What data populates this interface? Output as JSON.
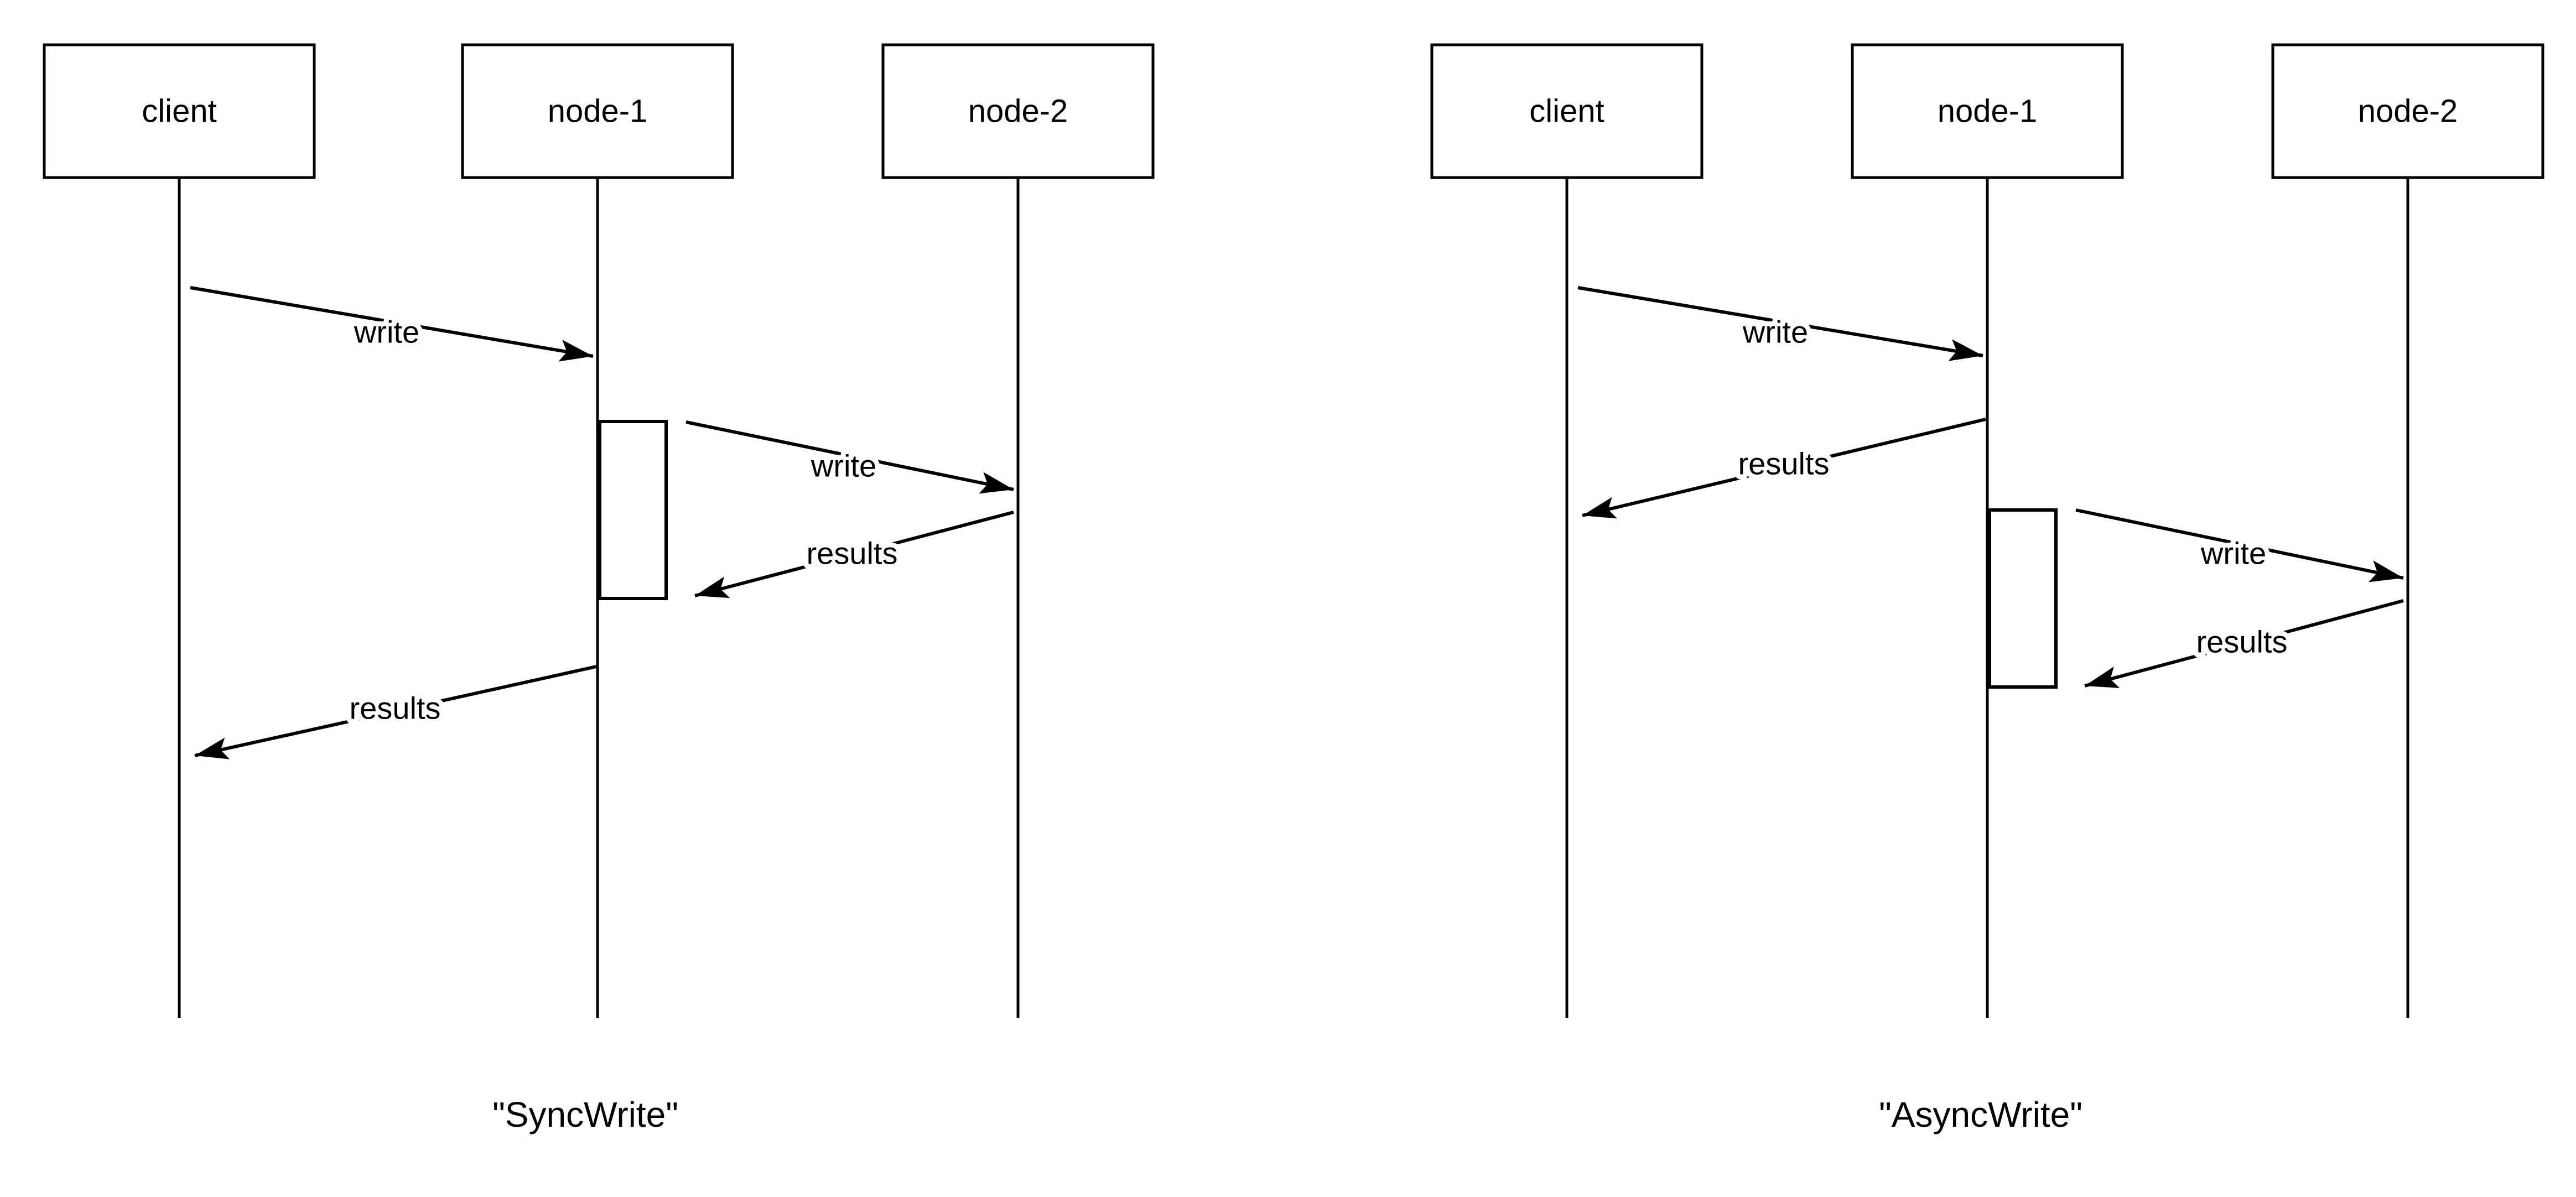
{
  "page": {
    "background_color": "#ffffff",
    "line_color": "#000000",
    "kind": "sequence-diagram-pair"
  },
  "diagrams": [
    {
      "id": "sync-write",
      "caption": "\"SyncWrite\"",
      "actors": [
        {
          "label": "client"
        },
        {
          "label": "node-1"
        },
        {
          "label": "node-2"
        }
      ],
      "messages": [
        {
          "label": "write",
          "from": "client",
          "to": "node-1"
        },
        {
          "label": "write",
          "from": "node-1",
          "to": "node-2"
        },
        {
          "label": "results",
          "from": "node-2",
          "to": "node-1"
        },
        {
          "label": "results",
          "from": "node-1",
          "to": "client"
        }
      ],
      "activation": {
        "on": "node-1"
      }
    },
    {
      "id": "async-write",
      "caption": "\"AsyncWrite\"",
      "actors": [
        {
          "label": "client"
        },
        {
          "label": "node-1"
        },
        {
          "label": "node-2"
        }
      ],
      "messages": [
        {
          "label": "write",
          "from": "client",
          "to": "node-1"
        },
        {
          "label": "results",
          "from": "node-1",
          "to": "client"
        },
        {
          "label": "write",
          "from": "node-1",
          "to": "node-2"
        },
        {
          "label": "results",
          "from": "node-2",
          "to": "node-1"
        }
      ],
      "activation": {
        "on": "node-1"
      }
    }
  ]
}
